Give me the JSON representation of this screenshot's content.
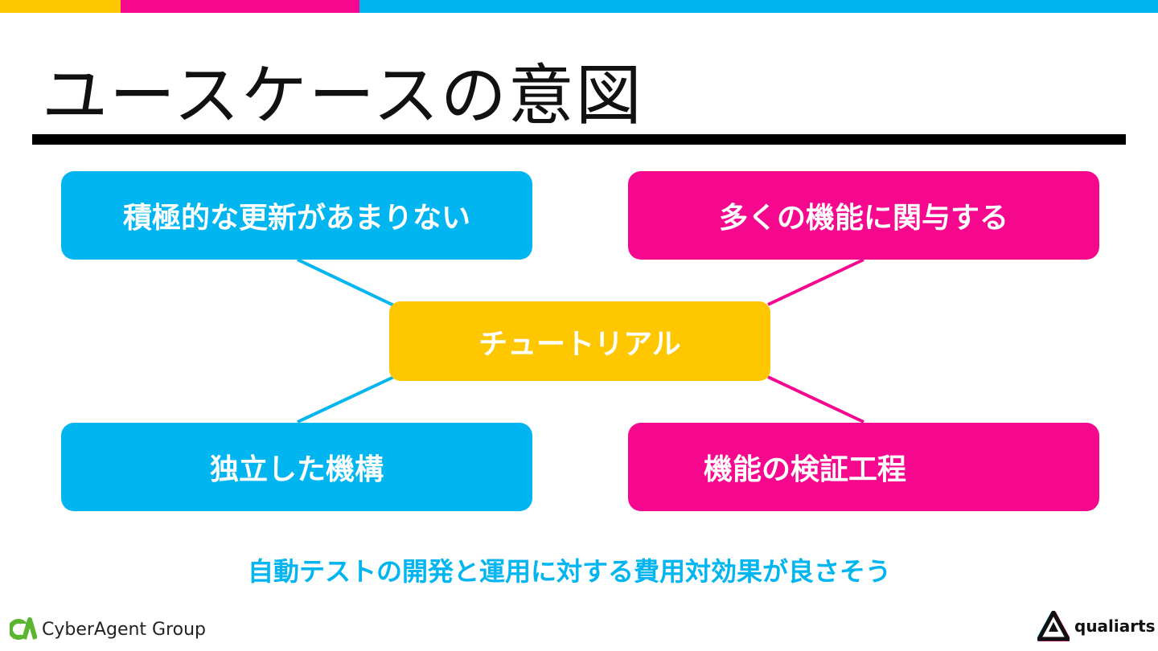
{
  "colors": {
    "yellow": "#ffc700",
    "pink": "#f5078e",
    "cyan": "#00b5f0",
    "black": "#000000"
  },
  "slide": {
    "title": "ユースケースの意図",
    "caption": "自動テストの開発と運用に対する費用対効果が良さそう"
  },
  "diagram": {
    "center": "チュートリアル",
    "top_left": "積極的な更新があまりない",
    "top_right": "多くの機能に関与する",
    "bottom_left": "独立した機構",
    "bottom_right": "機能の検証工程"
  },
  "footer": {
    "cyberagent_logo": "CyberAgent Group",
    "qualiarts_logo": "qualiarts"
  }
}
